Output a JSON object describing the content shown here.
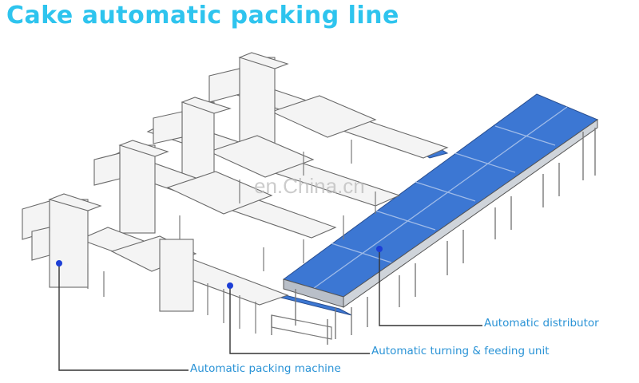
{
  "title": "Cake automatic packing line",
  "watermark": "en.China.cn",
  "callouts": {
    "distributor": "Automatic distributor",
    "turning_feeding": "Automatic turning & feeding unit",
    "packing_machine": "Automatic packing machine"
  },
  "colors": {
    "title": "#2ec4ee",
    "conveyor_belt": "#3a74d0",
    "callout_text": "#2a93d6",
    "marker_dot": "#1d3fd6",
    "machine_outline": "#6a6a6a"
  }
}
